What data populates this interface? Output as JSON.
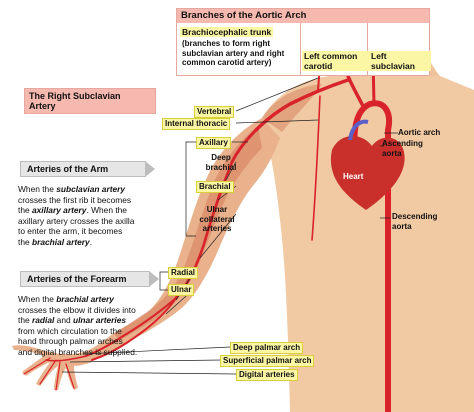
{
  "branches": {
    "title": "Branches of the Aortic Arch",
    "brachio_title": "Brachiocephalic trunk",
    "brachio_desc": [
      "(branches to form right",
      "subclavian artery and right",
      "common carotid artery)"
    ],
    "left_common": [
      "Left common",
      "carotid"
    ],
    "left_subclavian": [
      "Left",
      "subclavian"
    ]
  },
  "right_subclavian": {
    "title": [
      "The Right Subclavian",
      "Artery"
    ]
  },
  "arm_section": {
    "title": "Arteries of the Arm",
    "text": [
      {
        "pre": "When the ",
        "em": "subclavian artery",
        "post": ""
      },
      {
        "pre": "crosses the first rib it becomes",
        "em": "",
        "post": ""
      },
      {
        "pre": "the ",
        "em": "axillary artery",
        "post": ". When the"
      },
      {
        "pre": "axillary artery crosses the axilla",
        "em": "",
        "post": ""
      },
      {
        "pre": "to enter the arm, it becomes",
        "em": "",
        "post": ""
      },
      {
        "pre": "the ",
        "em": "brachial artery",
        "post": "."
      }
    ]
  },
  "forearm_section": {
    "title": "Arteries of the Forearm",
    "text": [
      {
        "pre": "When the ",
        "em": "brachial artery",
        "post": ""
      },
      {
        "pre": "crosses the elbow it divides into",
        "em": "",
        "post": ""
      },
      {
        "pre": "the ",
        "em": "radial",
        "post": " and ",
        "em2": "ulnar arteries"
      },
      {
        "pre": "from which circulation to the",
        "em": "",
        "post": ""
      },
      {
        "pre": "hand through palmar arches",
        "em": "",
        "post": ""
      },
      {
        "pre": "and digital branches is supplied.",
        "em": "",
        "post": ""
      }
    ]
  },
  "labels": {
    "vertebral": "Vertebral",
    "internal_thoracic": "Internal thoracic",
    "axillary": "Axillary",
    "deep_brachial": [
      "Deep",
      "brachial"
    ],
    "brachial": "Brachial",
    "ulnar_collateral": [
      "Ulnar",
      "collateral",
      "arteries"
    ],
    "radial": "Radial",
    "ulnar": "Ulnar",
    "deep_palmar": "Deep palmar arch",
    "superficial_palmar": "Superficial palmar arch",
    "digital": "Digital arteries",
    "aortic_arch": "Aortic arch",
    "ascending_aorta": [
      "Ascending",
      "aorta"
    ],
    "heart": "Heart",
    "descending_aorta": [
      "Descending",
      "aorta"
    ]
  },
  "colors": {
    "pink_header": "#f6b9b0",
    "highlight": "#fbf6a4",
    "skin": "#f1c9a3",
    "muscle": "#d98a68",
    "artery": "#d8232a",
    "heart": "#c9302c"
  }
}
